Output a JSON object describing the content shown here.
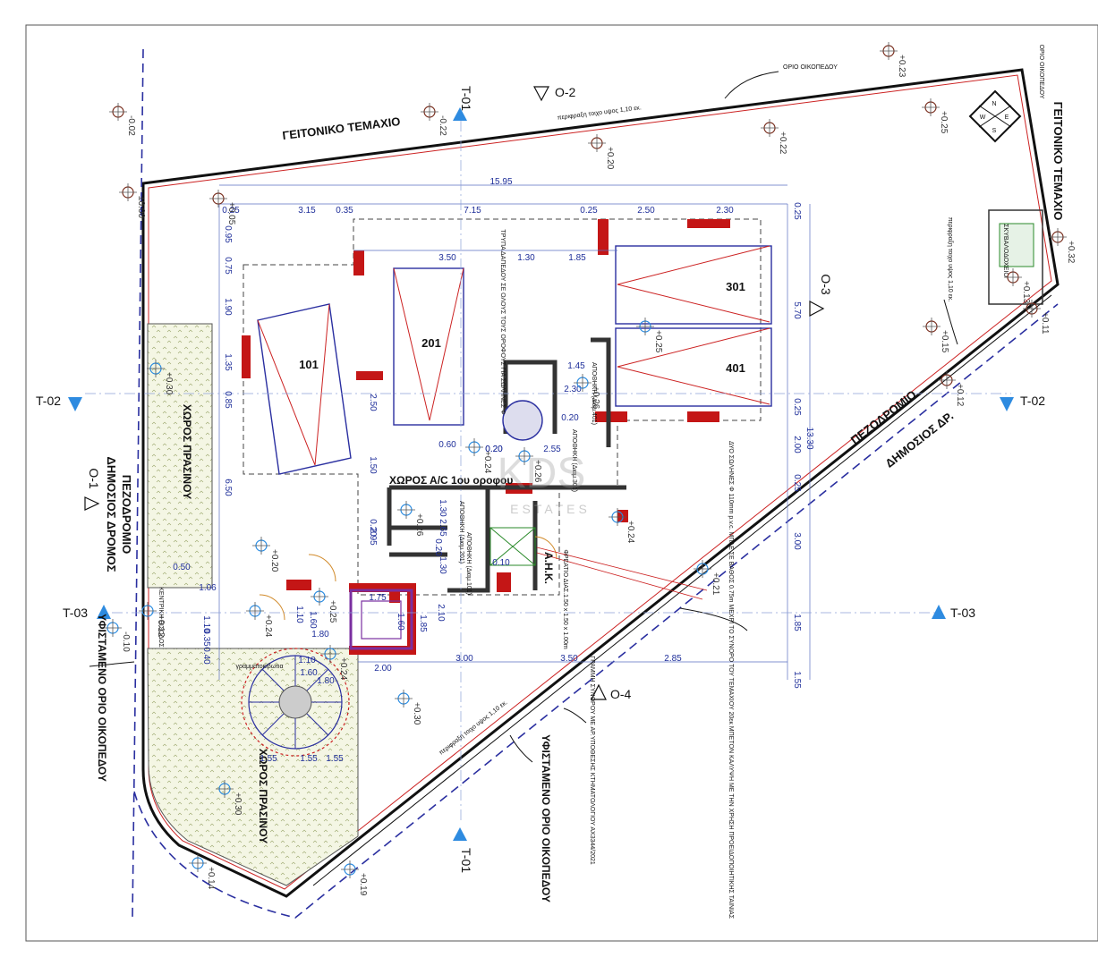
{
  "plot_boundary_top": "ΟΡΙΟ ΟΙΚΟΠΕΔΟΥ",
  "plot_boundary_right": "ΟΡΙΟ ΟΙΚΟΠΕΔΟΥ",
  "neighbour_top": "ΓΕΙΤΟΝΙΚΟ ΤΕΜΑΧΙΟ",
  "neighbour_right": "ΓΕΙΤΟΝΙΚΟ ΤΕΜΑΧΙΟ",
  "wall_note_top": "περιφραξη τοιχο υψος 1,10 εκ.",
  "wall_note_bottom": "περιφραξη τοιχο υψος 1,10 εκ.",
  "fence_note_right": "περιφραξη τοιχο υψος 1,10 εκ.",
  "sidewalk_left": "ΠΕΖΟΔΡΟΜΙΟ",
  "road_left": "ΔΗΜΟΣΙΟΣ ΔΡΟΜΟΣ",
  "sidewalk_right": "ΠΕΖΟΔΡΟΜΙΟ",
  "road_right": "ΔΗΜΟΣΙΟΣ ΔΡ.",
  "existing_boundary": "ΥΦΙΣΤΑΜΕΝΟ ΟΡΙΟ ΟΙΚΟΠΕΔΟΥ",
  "existing_boundary_bottom": "ΥΦΙΣΤΑΜΕΝΟ ΟΡΙΟ ΟΙΚΟΠΕΔΟΥ",
  "green_space": "ΧΩΡΟΣ ΠΡΑΣΙΝΟΥ",
  "green_space_bottom": "ΧΩΡΟΣ ΠΡΑΣΙΝΟΥ",
  "ac_space": "ΧΩΡΟΣ Α/C 1ου οροφου",
  "storage_301": "ΑΠΟΘΗΚΗ (Διαμ.301)",
  "storage_401": "ΑΠΟΘΗΚΗ (Διαμ.401)",
  "storage_201": "ΑΠΟΘΗΚΗ (Διαμ.201)",
  "storage_101": "ΑΠΟΘΗΚΗ (Διαμ.101)",
  "ahk": "Α.Η.Κ.",
  "main_entrance": "ΚΕΝΤΡΙΚΗ ΕΙΣΟΔΟΣ",
  "mailboxes": "γραμματοκιβωτια",
  "bin_area": "ΣΚΥΒΑΛΟΔΟΧΕΙΟ",
  "boundary_line_note": "ΓΡΑΜΜΗ ΣΥΝΟΡΟΥ ΜΕ ΑΡ.ΥΠΟΘΕΣΗΣ ΚΤΗΜΑΤΟΛΟΓΙΟΥ ΑΧ3344/2021",
  "drain_note": "ΔΥΟ ΣΩΛΗΝΕΣ Φ 110mm p.v.c. ΜΠΛΕ ΣΕ ΒΑΘΟΣ 0.75m ΜΕΧΡΙ ΤΟ ΣΥΝΟΡΟ ΤΟΥ ΤΕΜΑΧΙΟΥ 20εκ ΜΠΕΤΟΝ ΚΑΛΥΨΗ ΜΕ ΤΗΝ ΧΡΗΣΗ ΠΡΟΕΙΔΟΠΟΙΗΤΙΚΗΣ ΤΑΙΝΙΑΣ",
  "slab_hole_note": "ΤΡΥΠΑ ΔΑΠΕΔΟΥ ΣΕ ΟΛΟΥΣ ΤΟΥΣ ΟΡΟΦΟΥΣ ΓΙΑ ΣΩΛΗΝΕΣ Φ",
  "manhole_note": "ΦΡΕΑΤΙΟ ΔΙΑΣ.1.50 x 1.50 x 1.00m",
  "parking": [
    "101",
    "201",
    "301",
    "401"
  ],
  "sections": {
    "t01": "T-01",
    "t02": "T-02",
    "t03": "T-03"
  },
  "views": {
    "o1": "O-1",
    "o2": "O-2",
    "o3": "O-3",
    "o4": "O-4"
  },
  "compass": [
    "N",
    "W",
    "E",
    "S"
  ],
  "dims_top": [
    "0.25",
    "3.15",
    "0.35",
    "7.15",
    "0.25",
    "2.50",
    "2.30"
  ],
  "dim_total_top": "15.95",
  "dims_row2": [
    "3.50",
    "1.30",
    "1.85"
  ],
  "dims_left": [
    "0.95",
    "0.75",
    "1.90",
    "1.35",
    "0.85",
    "6.50"
  ],
  "dims_right": [
    "0.25",
    "5.70",
    "0.25",
    "2.00",
    "0.25",
    "3.00",
    "1.85",
    "1.55"
  ],
  "dim_total_right": "13.30",
  "dims_middle": [
    "2.50",
    "1.50",
    "2.95",
    "0.20",
    "1.45",
    "2.30",
    "0.20",
    "2.55",
    "0.20",
    "0.20",
    "1.30",
    "2.65",
    "1.30",
    "0.20",
    "2.10",
    "1.75",
    "1.60",
    "1.85",
    "1.10",
    "1.60",
    "1.80",
    "1.10",
    "1.60",
    "1.80",
    "2.00",
    "3.00",
    "3.50",
    "2.85",
    "1.55",
    "1.10",
    "0.35",
    "0.40",
    "1.55",
    "1.55",
    "0.50",
    "1.06",
    "0.10",
    "0.60"
  ],
  "levels": [
    "+0.23",
    "-0.02",
    "+0.05",
    "±0.00",
    "-0.22",
    "+0.20",
    "+0.22",
    "+0.25",
    "+0.32",
    "+0.13",
    "+0.11",
    "+0.15",
    "+0.12",
    "+0.30",
    "+0.25",
    "+0.26",
    "+0.24",
    "+0.20",
    "+0.26",
    "+0.26",
    "+0.24",
    "+0.21",
    "+0.25",
    "+0.24",
    "+0.12",
    "-0.10",
    "+0.24",
    "+0.30",
    "+0.30",
    "+0.14",
    "+0.19"
  ],
  "watermark_main": "KDS",
  "watermark_sub": "ESTATES"
}
